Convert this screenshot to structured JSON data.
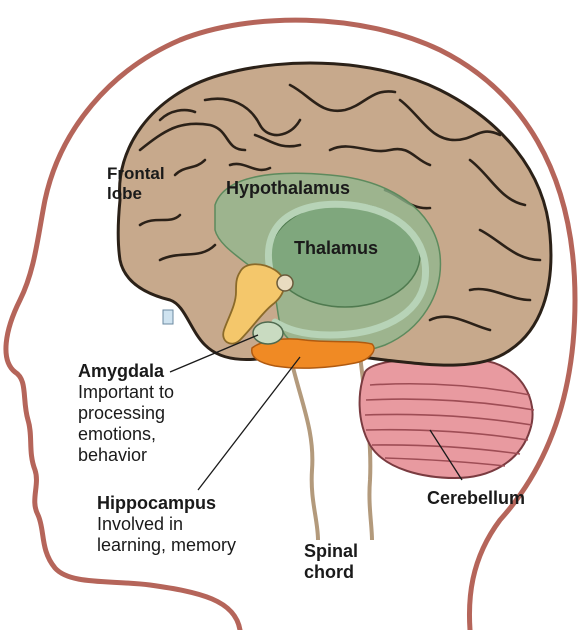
{
  "labels": {
    "frontal_lobe": [
      "Frontal",
      "lobe"
    ],
    "hypothalamus": "Hypothalamus",
    "thalamus": "Thalamus",
    "amygdala": {
      "title": "Amygdala",
      "desc": [
        "Important to",
        "processing",
        "emotions,",
        "behavior"
      ]
    },
    "hippocampus": {
      "title": "Hippocampus",
      "desc": [
        "Involved in",
        "learning, memory"
      ]
    },
    "spinal_cord": [
      "Spinal",
      "chord"
    ],
    "cerebellum": "Cerebellum"
  },
  "colors": {
    "head_outline": "#b5655a",
    "brain_fill": "#c7a98c",
    "brain_outline": "#2b2118",
    "hypothalamus": "#8fb88f",
    "thalamus": "#7aa57a",
    "amygdala": "#f4c76b",
    "hippocampus": "#f08a24",
    "cerebellum": "#e89aa0",
    "spinal_cord": "#b39a7c"
  }
}
